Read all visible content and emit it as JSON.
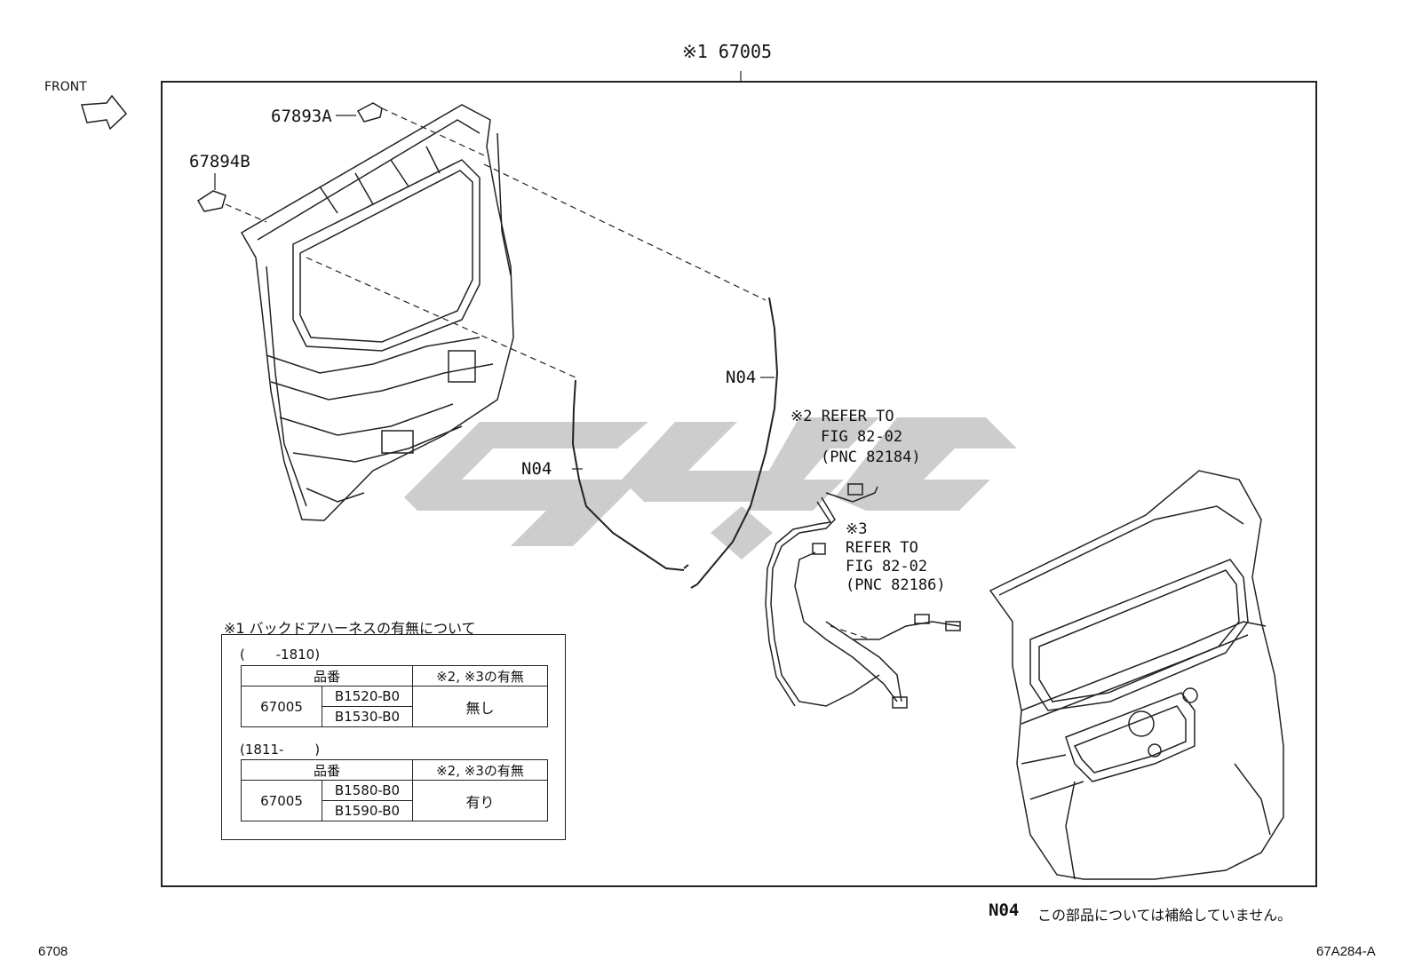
{
  "header": {
    "front_label": "FRONT",
    "main_part": "※1 67005",
    "page_code": "6708",
    "figure_code": "67A284-A"
  },
  "callouts": {
    "part_67893A": "67893A",
    "part_67894B": "67894B",
    "n04_left": "N04",
    "n04_right": "N04",
    "ref2_line1": "※2 REFER TO",
    "ref2_line2": "FIG 82-02",
    "ref2_line3": "(PNC 82184)",
    "ref3_line1": "※3",
    "ref3_line2": "REFER TO",
    "ref3_line3": "FIG 82-02",
    "ref3_line4": "(PNC 82186)"
  },
  "note": {
    "title": "※1 バックドアハーネスの有無について",
    "range1": "(　　 -1810)",
    "range2": "(1811-　　 )",
    "col_part": "品番",
    "col_presence": "※2, ※3の有無",
    "table1": {
      "part": "67005",
      "codes": [
        "B1520-B0",
        "B1530-B0"
      ],
      "presence": "無し"
    },
    "table2": {
      "part": "67005",
      "codes": [
        "B1580-B0",
        "B1590-B0"
      ],
      "presence": "有り"
    }
  },
  "footer": {
    "n04_code": "N04",
    "n04_text": "この部品については補給していません。"
  },
  "colors": {
    "line": "#222222",
    "watermark": "#c8c8c8"
  }
}
